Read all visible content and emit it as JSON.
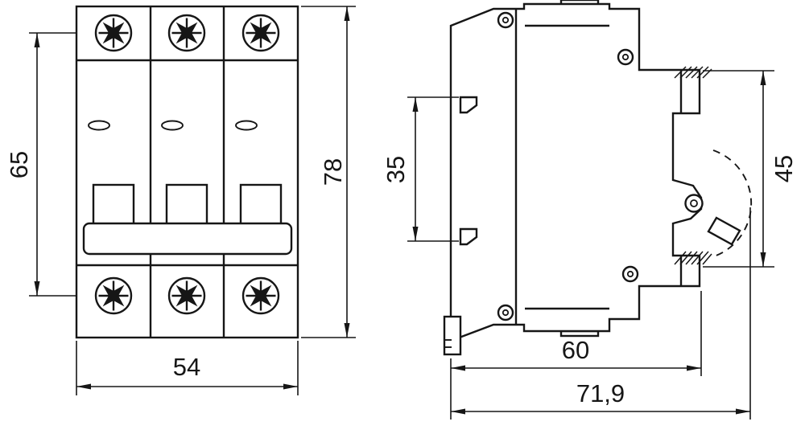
{
  "drawing": {
    "front_view": {
      "dim_mount_holes": "65",
      "dim_overall_height": "78",
      "dim_width": "54"
    },
    "side_view": {
      "dim_din_rail": "35",
      "dim_front_height": "45",
      "dim_body_depth": "60",
      "dim_overall_depth": "71,9"
    }
  }
}
